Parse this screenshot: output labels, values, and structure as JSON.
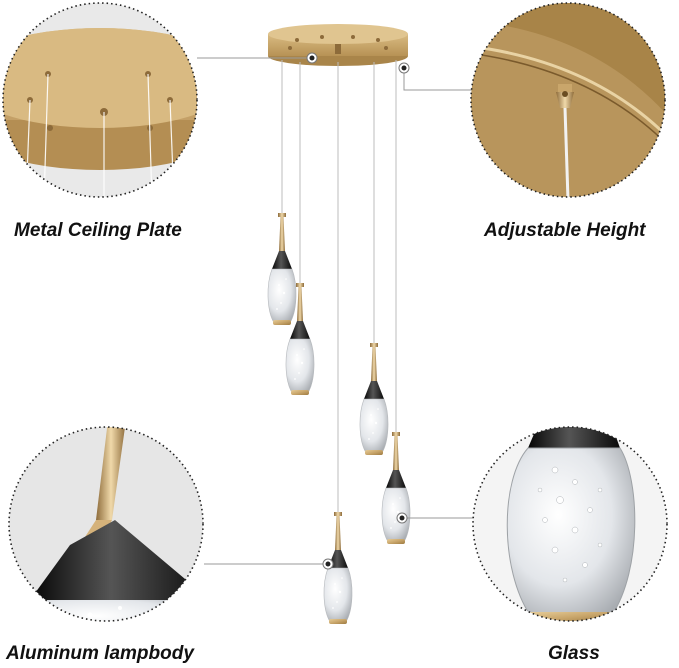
{
  "captions": {
    "metal_ceiling_plate": "Metal Ceiling Plate",
    "adjustable_height": "Adjustable Height",
    "aluminum_lampbody": "Aluminum lampbody",
    "glass": "Glass"
  },
  "colors": {
    "gold": "#c9a66b",
    "gold_dark": "#a9854a",
    "black_body": "#1c1c1c",
    "wire": "#bdbdbd",
    "circle_border": "#222222",
    "glass": "#e6e9ec"
  }
}
